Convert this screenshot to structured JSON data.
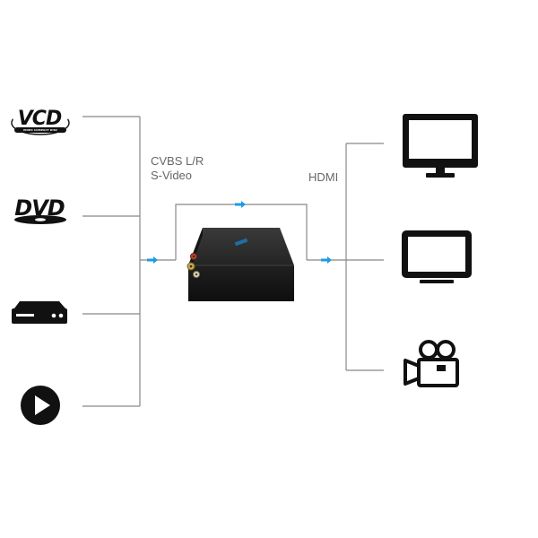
{
  "labels": {
    "input_line_1": "CVBS L/R",
    "input_line_2": "S-Video",
    "output": "HDMI"
  },
  "sources": [
    {
      "name": "vcd-logo",
      "logo_text": "VCD",
      "logo_subtext": "VIDEO COMPACT DISC"
    },
    {
      "name": "dvd-logo",
      "logo_text": "DVD"
    },
    {
      "name": "dvd-player-icon"
    },
    {
      "name": "play-button-icon"
    }
  ],
  "destinations": [
    {
      "name": "desktop-monitor-icon"
    },
    {
      "name": "tv-icon"
    },
    {
      "name": "video-camera-icon"
    }
  ],
  "colors": {
    "line": "#888888",
    "arrow": "#1e9be0",
    "device_body": "#1c1c1c",
    "icon": "#111111"
  }
}
